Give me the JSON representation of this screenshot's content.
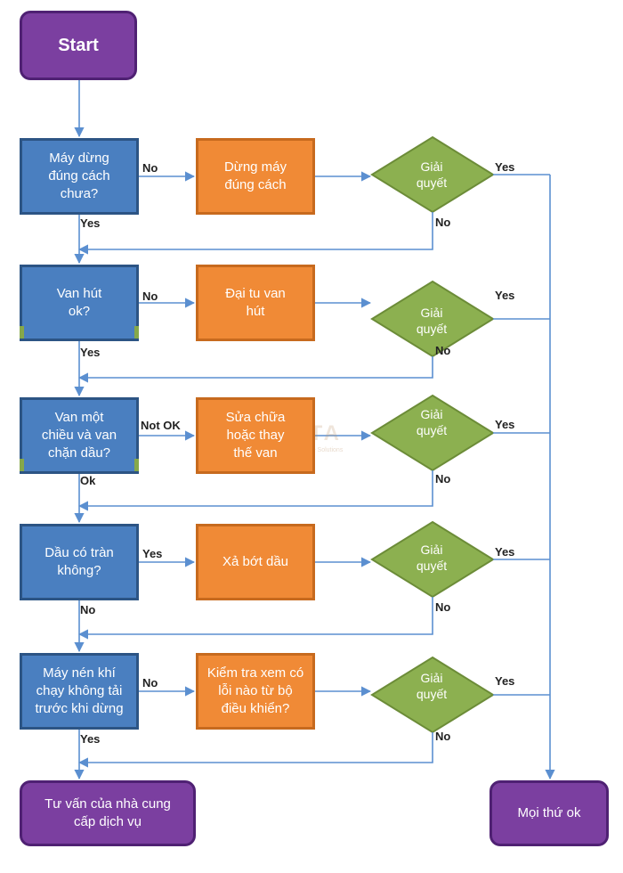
{
  "start": "Start",
  "rows": [
    {
      "question": "Máy dừng\nđúng cách\nchưa?",
      "branch_label": "No",
      "action": "Dừng máy\nđúng cách",
      "decision": "Giải\nquyết",
      "yes_label": "Yes",
      "no_label": "No",
      "down_label": "Yes"
    },
    {
      "question": "Van hút\nok?",
      "branch_label": "No",
      "action": "Đại tu van\nhút",
      "decision": "Giải\nquyết",
      "yes_label": "Yes",
      "no_label": "No",
      "down_label": "Yes"
    },
    {
      "question": "Van một\nchiều và van\nchặn dầu?",
      "branch_label": "Not OK",
      "action": "Sửa chữa\nhoặc thay\nthế van",
      "decision": "Giải\nquyết",
      "yes_label": "Yes",
      "no_label": "No",
      "down_label": "Ok"
    },
    {
      "question": "Dầu có tràn\nkhông?",
      "branch_label": "Yes",
      "action": "Xả bớt dầu",
      "decision": "Giải\nquyết",
      "yes_label": "Yes",
      "no_label": "No",
      "down_label": "No"
    },
    {
      "question": "Máy nén khí\nchạy không tải\ntrước khi dừng",
      "branch_label": "No",
      "action": "Kiểm tra xem có\nlỗi nào từ bộ\nđiều khiển?",
      "decision": "Giải\nquyết",
      "yes_label": "Yes",
      "no_label": "No",
      "down_label": "Yes"
    }
  ],
  "end_consult": "Tư vấn của nhà cung\ncấp dịch vụ",
  "end_ok": "Mọi thứ ok",
  "watermark": "VIETA",
  "watermark_sub": "Sustainable Solutions",
  "colors": {
    "terminal": "#7b3fa0",
    "question": "#4a7fc0",
    "action": "#f08a36",
    "decision": "#8cb050",
    "line": "#5b8fd0"
  }
}
